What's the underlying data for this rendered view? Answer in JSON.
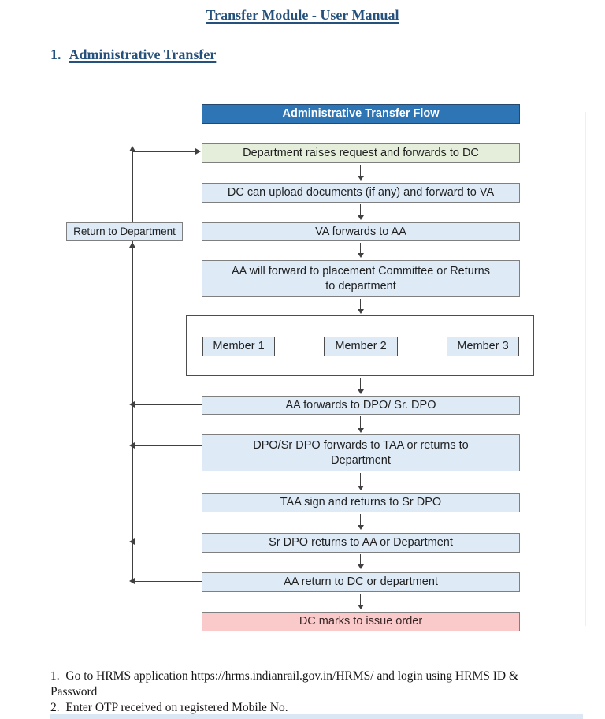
{
  "page": {
    "title": "Transfer Module - User Manual",
    "section_number": "1.",
    "section_title": "Administrative Transfer"
  },
  "flow": {
    "header": "Administrative Transfer Flow",
    "return_box": "Return to Department",
    "steps": {
      "raise": "Department raises request and forwards to DC",
      "dc_upload": "DC can upload documents (if any) and forward to VA",
      "va_aa": "VA forwards to AA",
      "aa_committee": "AA will forward to placement Committee or Returns\nto department",
      "aa_dpo": "AA forwards to DPO/ Sr. DPO",
      "dpo_taa": "DPO/Sr DPO forwards to TAA or returns to\nDepartment",
      "taa_sign": "TAA sign and returns to Sr DPO",
      "srdpo_return": "Sr DPO returns to AA or Department",
      "aa_return": "AA return to DC or department",
      "dc_issue": "DC marks to issue order"
    },
    "members": [
      "Member 1",
      "Member 2",
      "Member 3"
    ]
  },
  "footer": {
    "items": [
      "1.  Go to HRMS application https://hrms.indianrail.gov.in/HRMS/ and login using HRMS ID & Password",
      "2.  Enter OTP received on registered Mobile No."
    ]
  },
  "colors": {
    "header_bg": "#2E75B6",
    "header_border": "#24486e",
    "green_bg": "#E5EEDB",
    "blue_bg": "#DEEBF7",
    "pink_bg": "#FACACA",
    "heading_text": "#26517c"
  }
}
